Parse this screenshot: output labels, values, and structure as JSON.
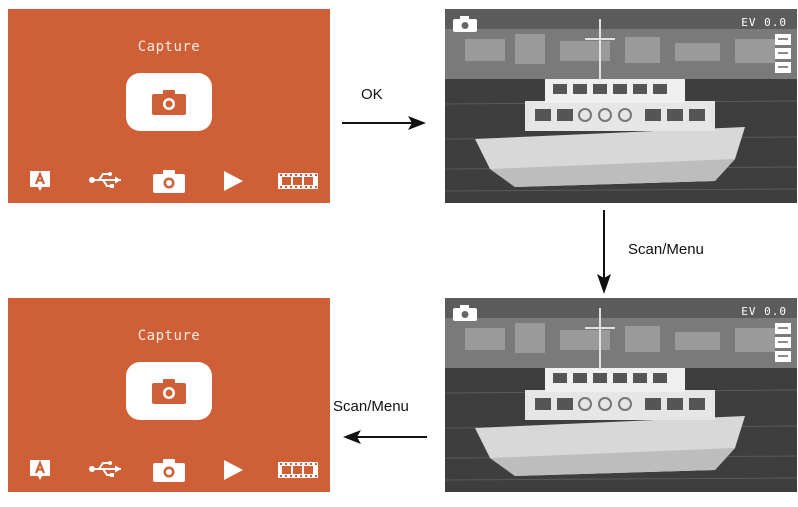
{
  "screens": {
    "top_menu": {
      "title": "Capture"
    },
    "bottom_menu": {
      "title": "Capture"
    }
  },
  "photos": {
    "top_photo": {
      "ev": "EV 0.0"
    },
    "bottom_photo": {
      "ev": "EV 0.0"
    }
  },
  "arrows": {
    "ok": "OK",
    "scan_menu_down": "Scan/Menu",
    "scan_menu_left": "Scan/Menu"
  },
  "menu_icons": [
    "auto-mode-icon",
    "usb-icon",
    "camera-icon",
    "play-icon",
    "film-icon"
  ],
  "colors": {
    "menu_background": "#cf5f36",
    "icon_fill": "#ffffff",
    "photo_tone": "#6a6a6a"
  }
}
